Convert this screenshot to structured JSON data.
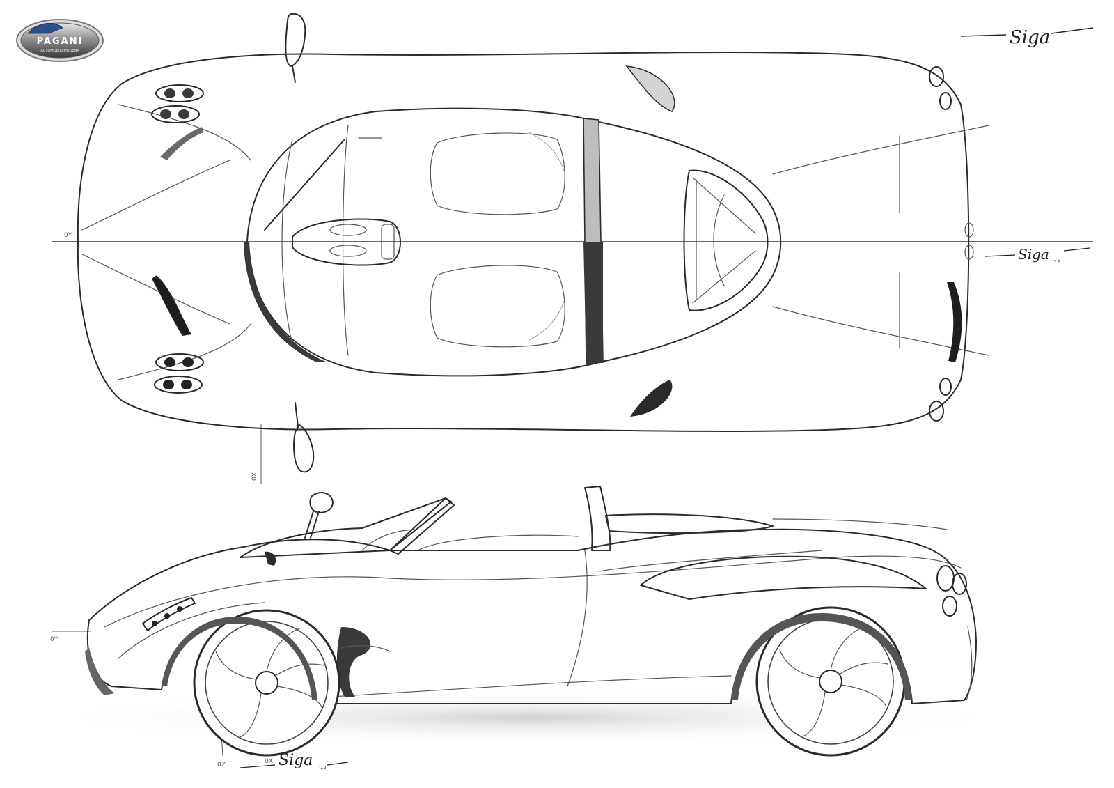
{
  "brand": {
    "logo_text": "PAGANI",
    "logo_subtext": "AUTOMOBILI MODENA"
  },
  "signatures": {
    "top_right": "Siga",
    "middle_right": "Siga",
    "middle_right_year": "'12",
    "bottom": "Siga",
    "bottom_year": "'12"
  },
  "axis_labels": {
    "top_oy": "0Y",
    "top_ox": "0X",
    "side_oy": "0Y",
    "side_oz": "0Z",
    "side_ox": "0X"
  },
  "views": [
    "top-view",
    "side-view"
  ],
  "colors": {
    "background": "#ffffff",
    "ink": "#2a2a2a",
    "shade": "#9a9a9a",
    "logo_badge": "#5a5a5a",
    "logo_accent": "#2d4f8a"
  }
}
